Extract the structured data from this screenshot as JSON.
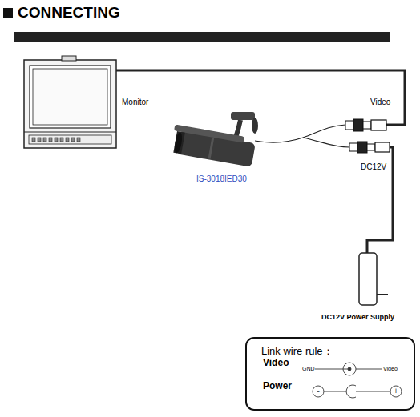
{
  "diagram": {
    "title": "CONNECTING",
    "nodes": [
      {
        "text": [
          "Link wire rule："
        ]
      }
    ],
    "labels": [
      "Monitor",
      "Video",
      "IS-3018IED30",
      "DC12V",
      "DC12V Power Supply",
      "Video",
      "GND",
      "Video",
      "Power",
      "-",
      "+"
    ]
  }
}
